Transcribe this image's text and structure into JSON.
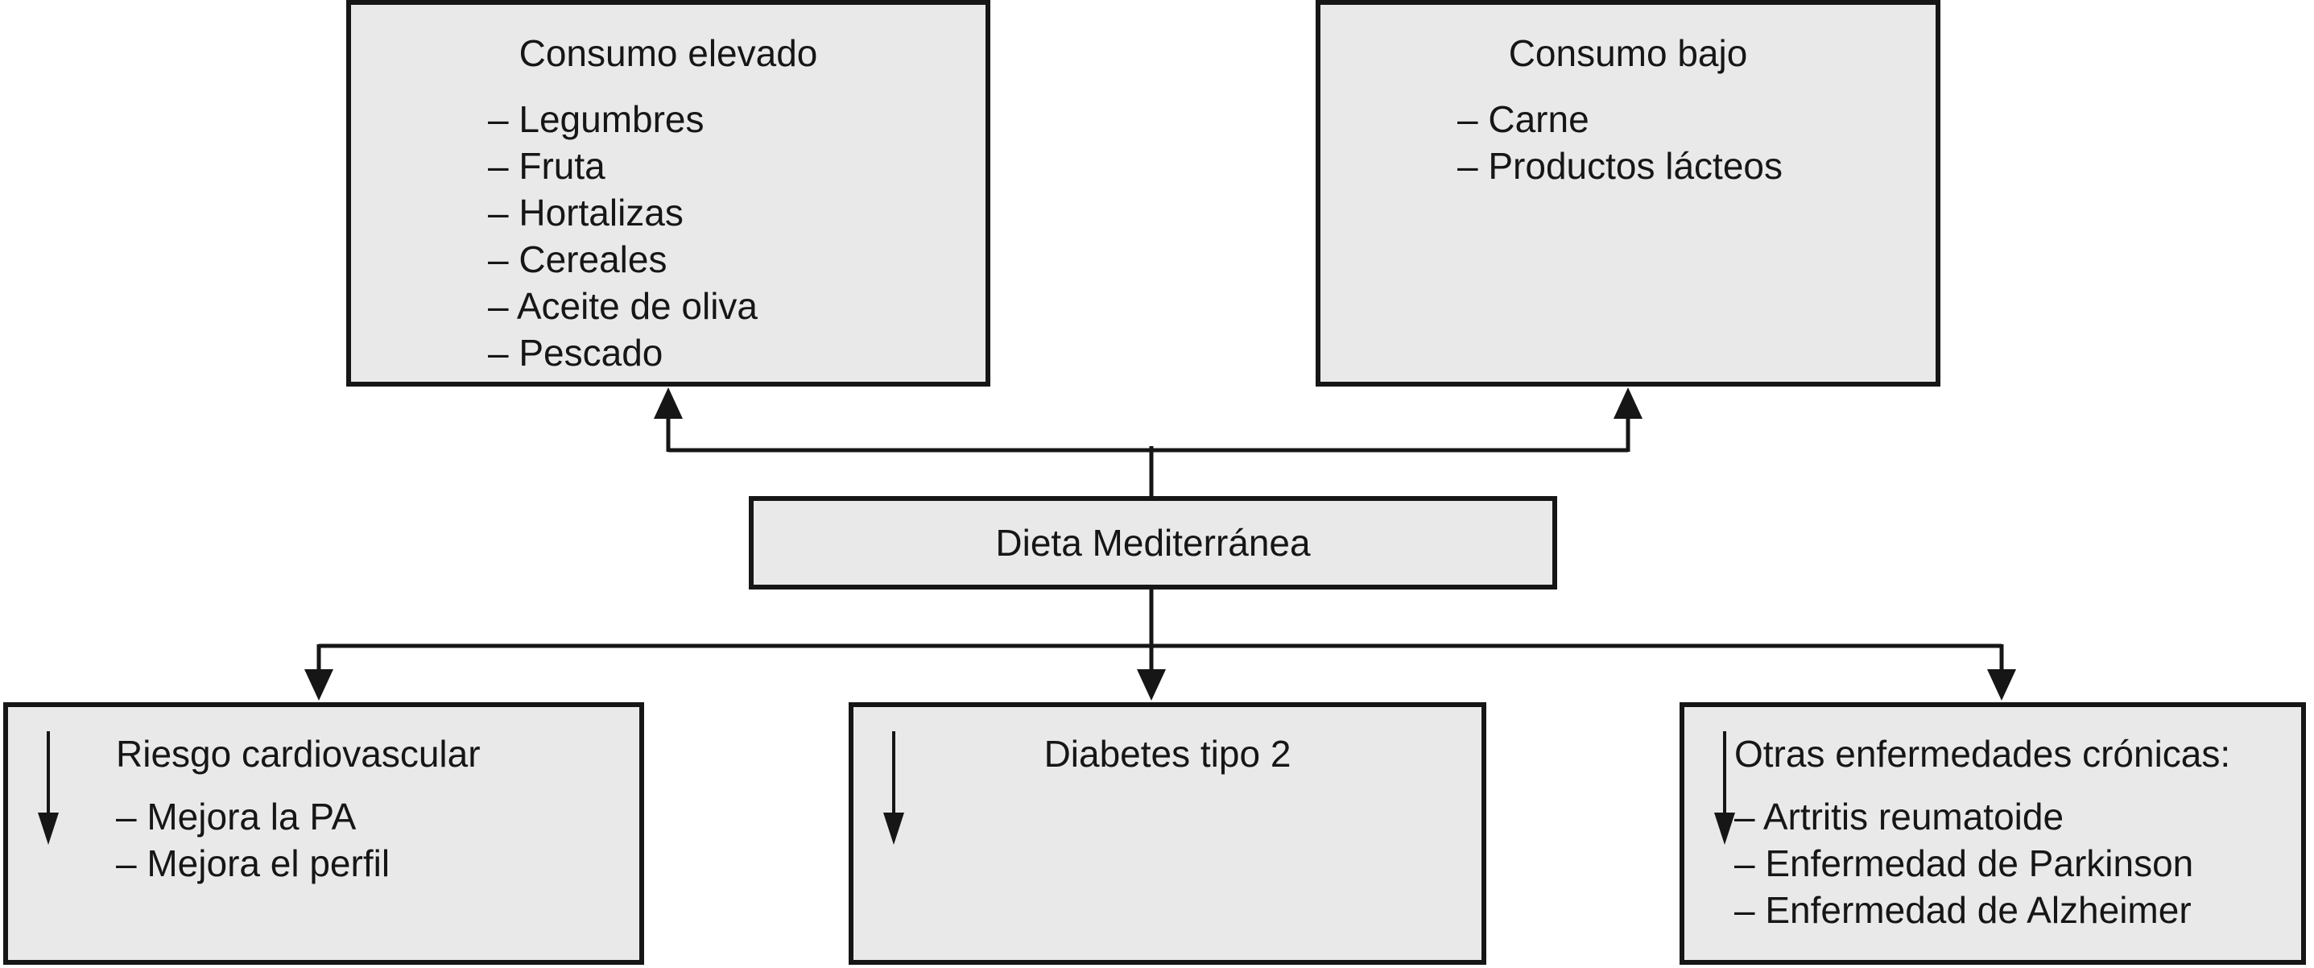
{
  "diagram": {
    "center": {
      "label": "Dieta Mediterránea"
    },
    "top_left": {
      "title": "Consumo elevado",
      "items": [
        "– Legumbres",
        "– Fruta",
        "– Hortalizas",
        "– Cereales",
        "– Aceite de oliva",
        "– Pescado"
      ]
    },
    "top_right": {
      "title": "Consumo bajo",
      "items": [
        "– Carne",
        "– Productos lácteos"
      ]
    },
    "bottom_left": {
      "icon": "down-arrow",
      "title": "Riesgo cardiovascular",
      "items": [
        "– Mejora la PA",
        "– Mejora el perfil"
      ]
    },
    "bottom_middle": {
      "icon": "down-arrow",
      "title": "Diabetes tipo 2",
      "items": []
    },
    "bottom_right": {
      "icon": "down-arrow",
      "title": "Otras enfermedades crónicas:",
      "items": [
        "– Artritis reumatoide",
        "– Enfermedad de Parkinson",
        "– Enfermedad de Alzheimer"
      ]
    },
    "colors": {
      "background": "#ffffff",
      "box_fill": "#e9e9e9",
      "line": "#161616"
    }
  }
}
